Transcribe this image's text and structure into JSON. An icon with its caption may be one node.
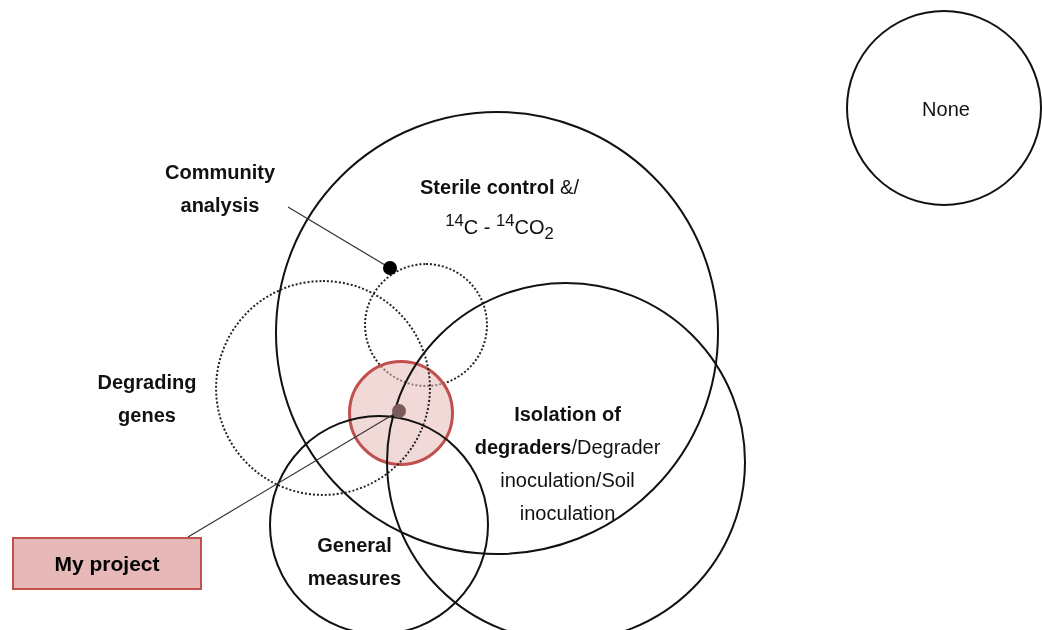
{
  "diagram": {
    "nodes": [
      {
        "text": [
          "None"
        ]
      },
      {
        "text": [
          "Community analysis"
        ]
      },
      {
        "text": [
          "**Sterile control** &/ $^{14}$C - $^{14}$CO$_{2}$"
        ]
      },
      {
        "text": [],
        "shape": "circle",
        "in": 2
      },
      {
        "text": [
          "Degrading genes"
        ]
      },
      {
        "text": [
          "**Isolation of degraders**/Degrader inoculation/Soil inoculation"
        ]
      },
      {
        "text": [],
        "shape": "circle",
        "in": 2
      },
      {
        "text": [
          "My project"
        ]
      },
      {
        "text": [
          "General measures"
        ]
      }
    ],
    "edges": [
      {
        "from": 1,
        "to": 3,
        "arrow": "other"
      },
      {
        "from": 7,
        "to": 6,
        "arrow": "other"
      }
    ]
  }
}
